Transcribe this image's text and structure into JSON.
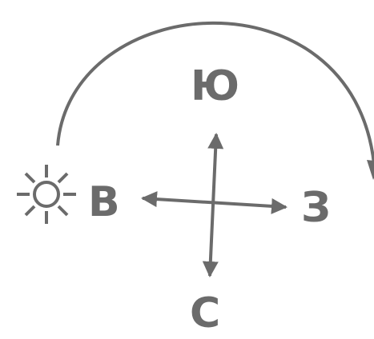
{
  "diagram": {
    "directions": {
      "south": "Ю",
      "east": "В",
      "west": "З",
      "north": "С"
    },
    "icons": {
      "sun": "sun-icon"
    },
    "colors": {
      "stroke": "#6b6b6b",
      "text": "#6b6b6b",
      "background": "#ffffff"
    }
  }
}
